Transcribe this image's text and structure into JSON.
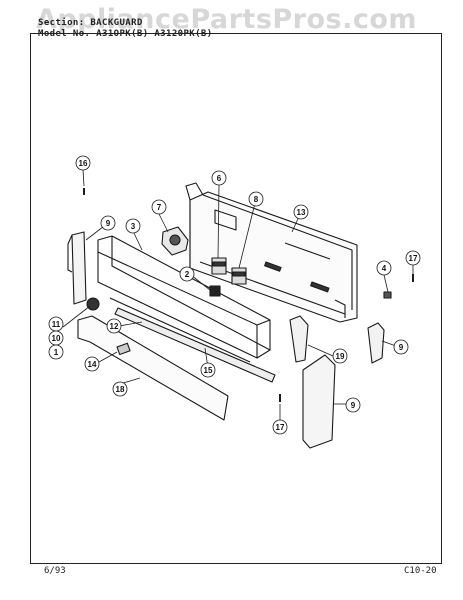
{
  "watermark": "AppliancePartsPros.com",
  "header": {
    "section_line": "Section: BACKGUARD",
    "model_line": "Model No. A31OPK(B) A3120PK(B)"
  },
  "footer": {
    "date": "6/93",
    "code": "C10-20"
  },
  "callouts": [
    "16",
    "9",
    "3",
    "7",
    "6",
    "8",
    "13",
    "2",
    "4",
    "17",
    "11",
    "10",
    "1",
    "12",
    "14",
    "15",
    "18",
    "19",
    "9",
    "9",
    "17"
  ]
}
